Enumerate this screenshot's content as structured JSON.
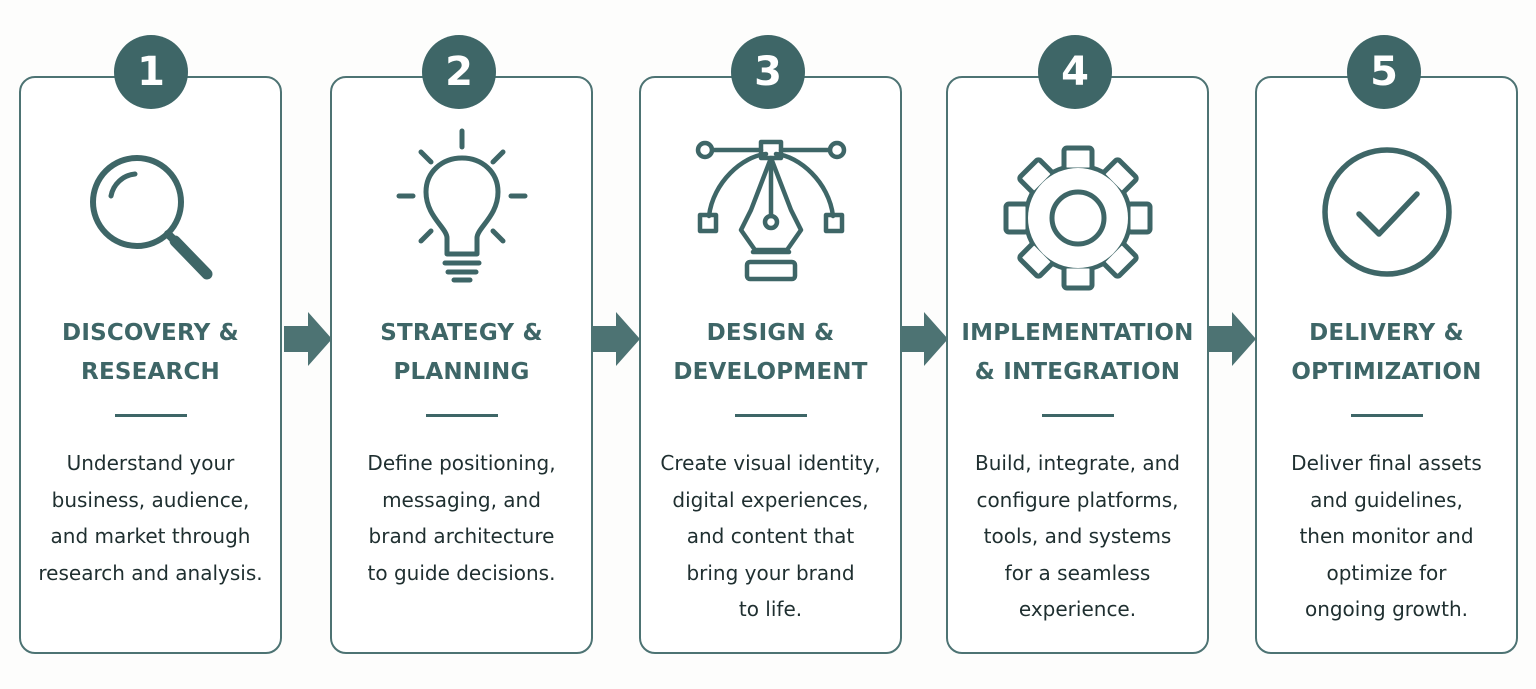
{
  "colors": {
    "accent": "#3e6667",
    "border": "#4d7373",
    "text": "#1f2f30",
    "background": "#fdfdfc"
  },
  "steps": [
    {
      "number": "1",
      "icon": "magnifying-glass-icon",
      "title": "DISCOVERY &\nRESEARCH",
      "description": "Understand your\nbusiness, audience,\nand market through\nresearch and analysis."
    },
    {
      "number": "2",
      "icon": "lightbulb-icon",
      "title": "STRATEGY &\nPLANNING",
      "description": "Define positioning,\nmessaging, and\nbrand architecture\nto guide decisions."
    },
    {
      "number": "3",
      "icon": "pen-tool-icon",
      "title": "DESIGN &\nDEVELOPMENT",
      "description": "Create visual identity,\ndigital experiences,\nand content that\nbring your brand\nto life."
    },
    {
      "number": "4",
      "icon": "gear-icon",
      "title": "IMPLEMENTATION\n& INTEGRATION",
      "description": "Build, integrate, and\nconfigure platforms,\ntools, and systems\nfor a seamless\nexperience."
    },
    {
      "number": "5",
      "icon": "checkmark-circle-icon",
      "title": "DELIVERY &\nOPTIMIZATION",
      "description": "Deliver final assets\nand guidelines,\nthen monitor and\noptimize for\nongoing growth."
    }
  ]
}
